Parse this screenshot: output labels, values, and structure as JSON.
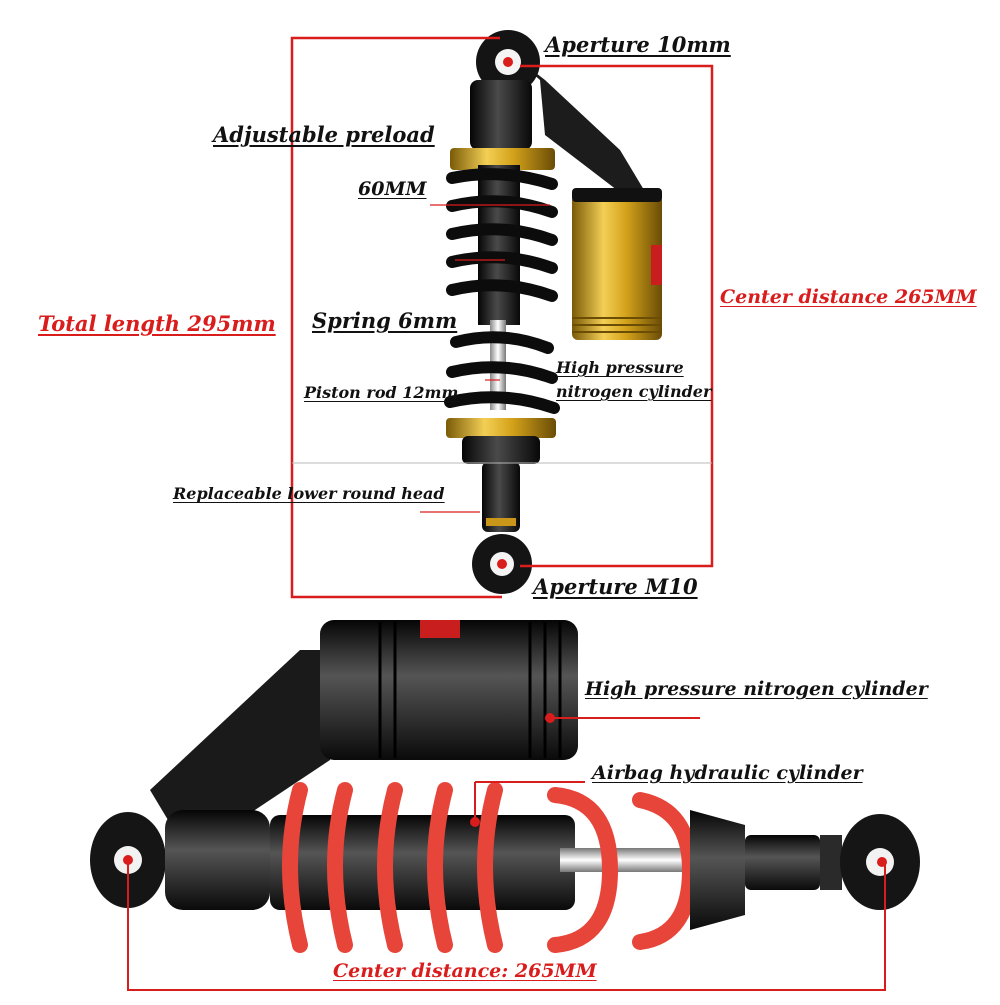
{
  "top_diagram": {
    "aperture_top": "Aperture 10mm",
    "adjustable_preload": "Adjustable preload",
    "spring_travel": "60MM",
    "total_length": "Total length 295mm",
    "spring_wire": "Spring 6mm",
    "center_distance": "Center distance 265MM",
    "nitrogen_cylinder_line1": "High pressure",
    "nitrogen_cylinder_line2": "nitrogen cylinder",
    "piston_rod": "Piston rod 12mm",
    "lower_head": "Replaceable lower round head",
    "aperture_bottom": "Aperture M10"
  },
  "bottom_diagram": {
    "nitrogen_cylinder": "High pressure nitrogen cylinder",
    "airbag_cylinder": "Airbag hydraulic cylinder",
    "center_distance": "Center distance: 265MM"
  },
  "colors": {
    "accent_red": "#d91c1c",
    "spring_red": "#e8453a",
    "gold": "#d4a21a",
    "body_black": "#1a1a1a"
  }
}
